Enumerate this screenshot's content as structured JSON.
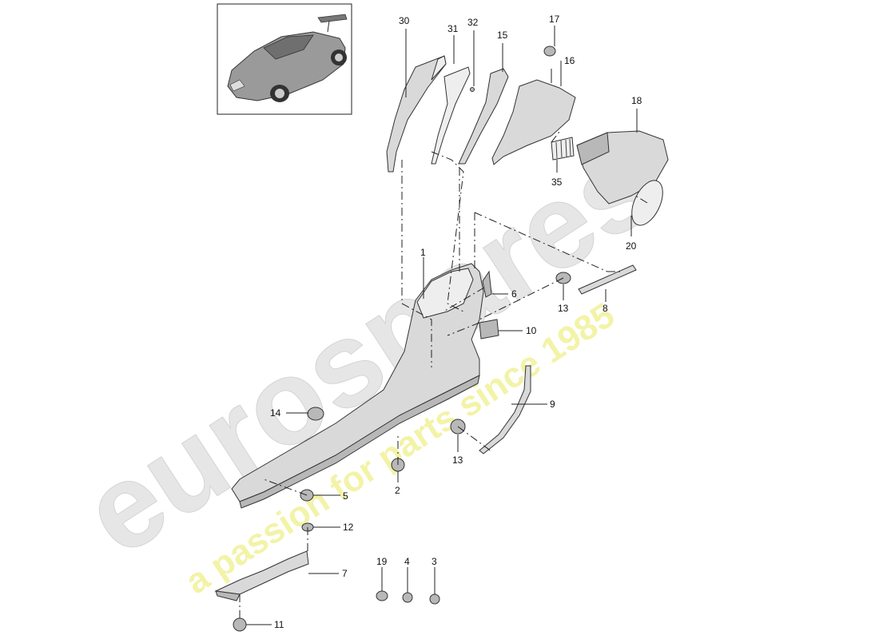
{
  "watermark": {
    "brand": "eurospares",
    "tagline": "a passion for parts since 1985"
  },
  "thumbnail": {
    "label": "car-thumbnail"
  },
  "callouts": [
    {
      "id": "p30",
      "label": "30"
    },
    {
      "id": "p31",
      "label": "31"
    },
    {
      "id": "p32",
      "label": "32"
    },
    {
      "id": "p15",
      "label": "15"
    },
    {
      "id": "p17",
      "label": "17"
    },
    {
      "id": "p16",
      "label": "16"
    },
    {
      "id": "p18",
      "label": "18"
    },
    {
      "id": "p35",
      "label": "35"
    },
    {
      "id": "p20",
      "label": "20"
    },
    {
      "id": "p1",
      "label": "1"
    },
    {
      "id": "p6",
      "label": "6"
    },
    {
      "id": "p13a",
      "label": "13"
    },
    {
      "id": "p8",
      "label": "8"
    },
    {
      "id": "p10",
      "label": "10"
    },
    {
      "id": "p9",
      "label": "9"
    },
    {
      "id": "p14",
      "label": "14"
    },
    {
      "id": "p13b",
      "label": "13"
    },
    {
      "id": "p2",
      "label": "2"
    },
    {
      "id": "p5",
      "label": "5"
    },
    {
      "id": "p12",
      "label": "12"
    },
    {
      "id": "p7",
      "label": "7"
    },
    {
      "id": "p19",
      "label": "19"
    },
    {
      "id": "p4",
      "label": "4"
    },
    {
      "id": "p3",
      "label": "3"
    },
    {
      "id": "p11",
      "label": "11"
    }
  ]
}
